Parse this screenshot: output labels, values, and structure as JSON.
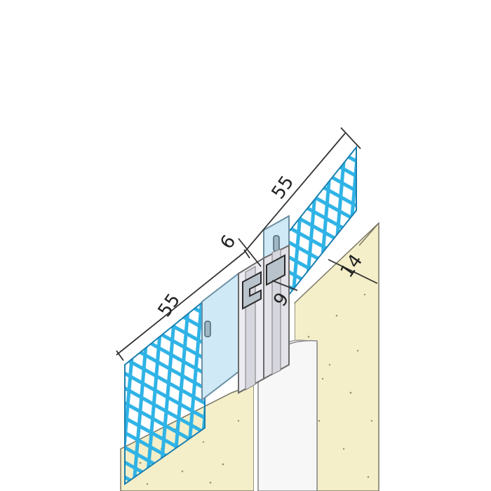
{
  "dimensions": {
    "left_mesh_width": "55",
    "right_mesh_width": "55",
    "joint_gap": "6",
    "profile_depth": "9",
    "plaster_thickness": "14"
  },
  "colors": {
    "plaster": "#f4efc9",
    "mesh": "#2fb3e6",
    "mesh_edge": "#1a7fb0",
    "profile": "#cfe9f7",
    "profile_edge": "#6b8fa3",
    "line": "#333333",
    "gap": "#ffffff"
  }
}
